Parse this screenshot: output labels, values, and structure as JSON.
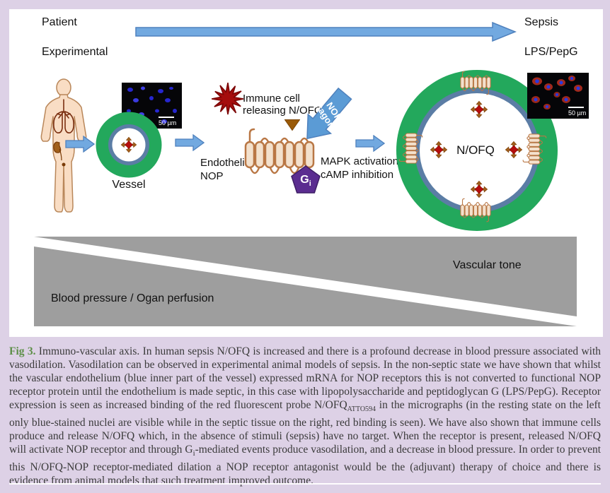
{
  "header": {
    "patient_label": "Patient",
    "experimental_label": "Experimental",
    "sepsis_label": "Sepsis",
    "lps_label": "LPS/PepG"
  },
  "diagram": {
    "vessel_label": "Vessel",
    "endothelial_line1": "Endothelial",
    "endothelial_line2": "NOP",
    "immune_line1": "Immune cell",
    "immune_line2": "releasing N/OFQ",
    "antagonist_line1": "NOP",
    "antagonist_line2": "antagonist",
    "mapk_line1": "MAPK activation",
    "mapk_line2": "cAMP inhibition",
    "gi_label": "G",
    "gi_sub": "i",
    "nofq_label": "N/OFQ",
    "micrograph_left_scale": "50 µm",
    "micrograph_right_scale": "50 µm",
    "vascular_tone_label": "Vascular tone",
    "blood_pressure_label": "Blood pressure / Ogan perfusion"
  },
  "caption": {
    "fig_label": "Fig 3.",
    "part1": " Immuno-vascular axis. In human sepsis N/OFQ is increased and there is a profound decrease in blood pressure associated with vasodilation. Vasodilation can be observed in experimental animal models of sepsis. In the non-septic state we have shown that whilst the vascular endothelium (blue inner part of the vessel) expressed mRNA for NOP receptors this is not converted to functional NOP receptor protein until the endothelium is made septic, in this case with lipopolysaccharide and peptidoglycan G (LPS/PepG). Receptor expression is seen as increased binding of the red fluorescent probe N/OFQ",
    "sub1": "ATTO594",
    "part2": " in the micrographs (in the resting state on the left only blue-stained nuclei are visible while in the septic tissue on the right, red binding is seen). We have also shown that immune cells produce and release N/OFQ which, in the absence of stimuli (sepsis) have no target. When the receptor is present, released N/OFQ will activate NOP receptor and through G",
    "sub2": "i",
    "part3": "-mediated events produce vasodilation, and a decrease in blood pressure. In order to prevent this N/OFQ-NOP receptor-mediated dilation a NOP receptor antagonist would be the (adjuvant) therapy of choice and there is evidence from animal models that such treatment improved outcome."
  },
  "colors": {
    "background": "#ddd1e6",
    "arrow_blue": "#72a9e0",
    "vessel_green": "#23a85c",
    "endothelium_blue": "#5b7da5",
    "immune_red": "#a50d0d",
    "gi_purple": "#5b2d90",
    "nofq_brown": "#a2601c",
    "tone_gray": "#9e9e9e",
    "fig_label_green": "#5d8f48"
  }
}
